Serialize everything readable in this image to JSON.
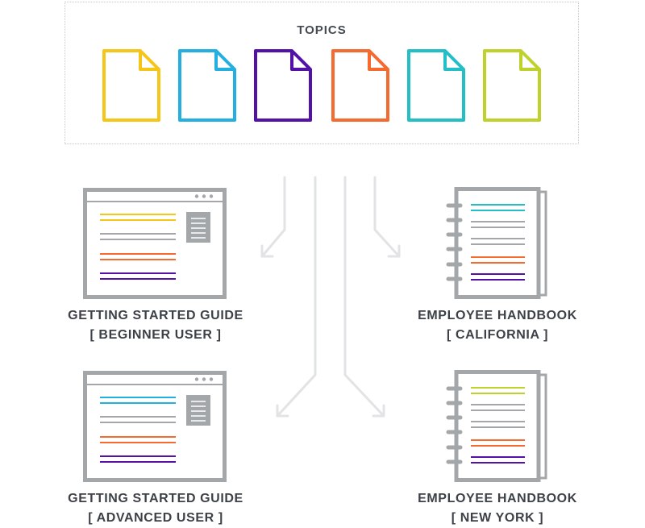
{
  "topics": {
    "title": "TOPICS",
    "documents": [
      {
        "icon": "document-icon",
        "color": "#f5c518"
      },
      {
        "icon": "document-icon",
        "color": "#23afe0"
      },
      {
        "icon": "document-icon",
        "color": "#5311a8"
      },
      {
        "icon": "document-icon",
        "color": "#f46a2f"
      },
      {
        "icon": "document-icon",
        "color": "#24bec6"
      },
      {
        "icon": "document-icon",
        "color": "#bfd22c"
      }
    ]
  },
  "outputs": [
    {
      "type": "browser-window-icon",
      "line1": "GETTING STARTED GUIDE",
      "line2": "[ BEGINNER USER ]",
      "line_colors": [
        "#f5c518",
        "#a3a7aa",
        "#f46a2f",
        "#5311a8"
      ]
    },
    {
      "type": "notebook-icon",
      "line1": "EMPLOYEE HANDBOOK",
      "line2": "[ CALIFORNIA ]",
      "line_colors": [
        "#24bec6",
        "#a3a7aa",
        "#a3a7aa",
        "#f46a2f",
        "#5311a8"
      ]
    },
    {
      "type": "browser-window-icon",
      "line1": "GETTING STARTED GUIDE",
      "line2": "[ ADVANCED USER ]",
      "line_colors": [
        "#23afe0",
        "#a3a7aa",
        "#f46a2f",
        "#5311a8"
      ]
    },
    {
      "type": "notebook-icon",
      "line1": "EMPLOYEE HANDBOOK",
      "line2": "[ NEW YORK ]",
      "line_colors": [
        "#bfd22c",
        "#a3a7aa",
        "#a3a7aa",
        "#f46a2f",
        "#5311a8"
      ]
    }
  ],
  "colors": {
    "frame": "#a3a7aa",
    "arrow": "#e2e3e4",
    "text": "#3c4147"
  }
}
